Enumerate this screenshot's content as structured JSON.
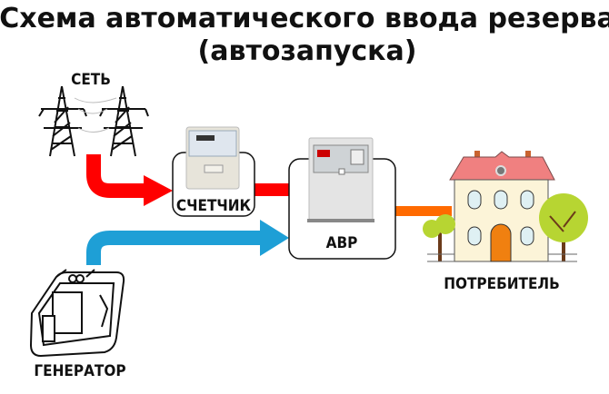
{
  "title": {
    "line1": "Схема автоматического ввода резерва",
    "line2": "(автозапуска)"
  },
  "nodes": {
    "grid": {
      "label": "СЕТЬ",
      "icon": "power-tower-icon"
    },
    "meter": {
      "label": "СЧЕТЧИК",
      "icon": "electric-meter-icon"
    },
    "ats": {
      "label": "АВР",
      "icon": "ats-cabinet-icon"
    },
    "consumer": {
      "label": "ПОТРЕБИТЕЛЬ",
      "icon": "house-icon"
    },
    "generator": {
      "label": "ГЕНЕРАТОР",
      "icon": "generator-icon"
    }
  },
  "colors": {
    "grid_line": "#ff0000",
    "generator_line": "#1e9fd6",
    "output_line": "#ff6a00"
  }
}
